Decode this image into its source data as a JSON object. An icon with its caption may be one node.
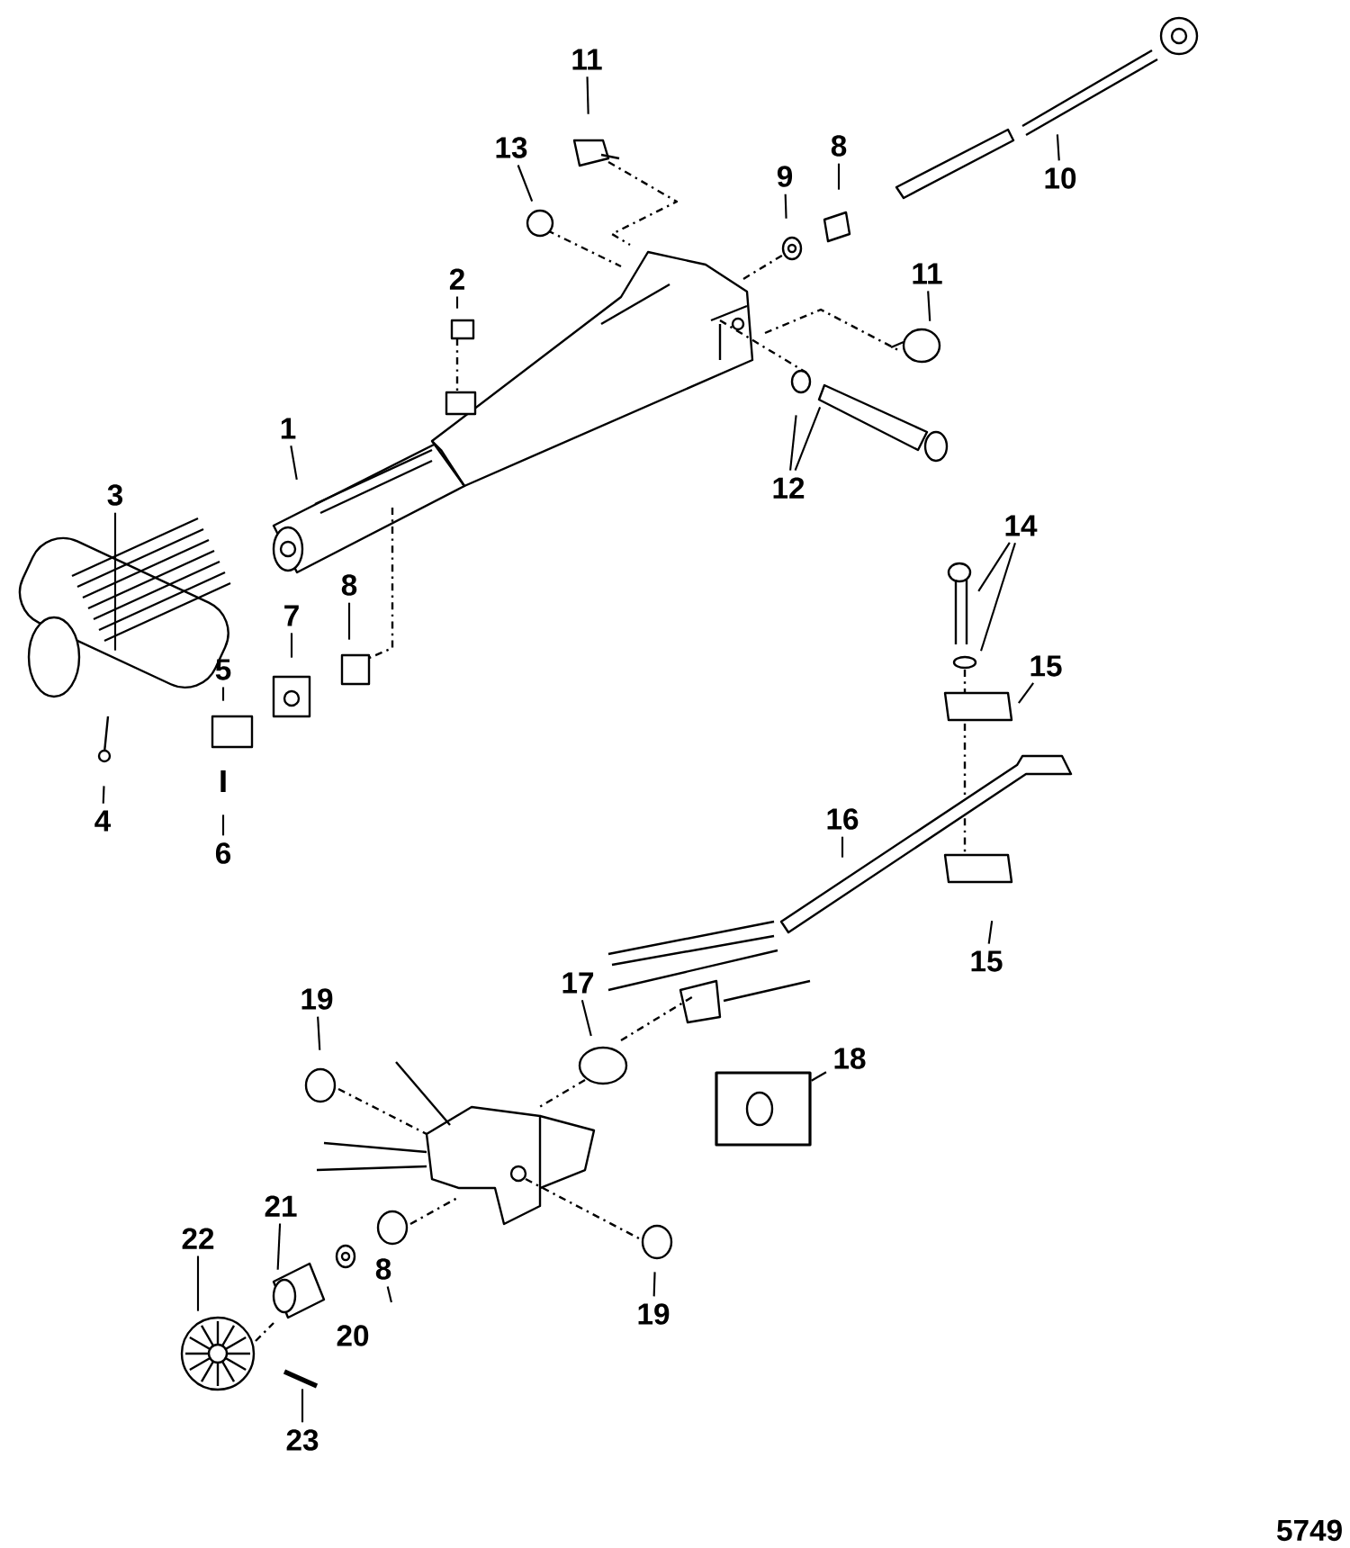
{
  "diagram": {
    "nodes": [
      {
        "text": [
          "11"
        ]
      },
      {
        "text": [
          "8"
        ]
      },
      {
        "text": [
          "13"
        ]
      },
      {
        "text": [
          "9"
        ]
      },
      {
        "text": [
          "10"
        ]
      },
      {
        "text": [
          "11"
        ]
      },
      {
        "text": [
          "2"
        ]
      },
      {
        "text": [
          "1"
        ]
      },
      {
        "text": [
          "12"
        ]
      },
      {
        "text": [
          "3"
        ]
      },
      {
        "text": [
          "14"
        ]
      },
      {
        "text": [
          "8"
        ]
      },
      {
        "text": [
          "7"
        ]
      },
      {
        "text": [
          "15"
        ]
      },
      {
        "text": [
          "5"
        ]
      },
      {
        "text": [
          "4"
        ]
      },
      {
        "text": [
          "16"
        ]
      },
      {
        "text": [
          "6"
        ]
      },
      {
        "text": [
          "15"
        ]
      },
      {
        "text": [
          "17"
        ]
      },
      {
        "text": [
          "19"
        ]
      },
      {
        "text": [
          "18"
        ]
      },
      {
        "text": [],
        "shape": "box"
      },
      {
        "text": [
          "21"
        ]
      },
      {
        "text": [
          "22"
        ]
      },
      {
        "text": [
          "8"
        ]
      },
      {
        "text": [
          "19"
        ]
      },
      {
        "text": [
          "20"
        ]
      },
      {
        "text": [
          "23"
        ]
      }
    ],
    "edges": [
      {
        "from": 0,
        "to": null,
        "arrow": "none"
      },
      {
        "from": 1,
        "to": null,
        "arrow": "none"
      },
      {
        "from": 2,
        "to": null,
        "arrow": "none"
      },
      {
        "from": 3,
        "to": null,
        "arrow": "none"
      },
      {
        "from": 4,
        "to": null,
        "arrow": "none"
      },
      {
        "from": 5,
        "to": null,
        "arrow": "none"
      },
      {
        "from": 6,
        "to": null,
        "arrow": "none"
      },
      {
        "from": 7,
        "to": null,
        "arrow": "none"
      },
      {
        "from": 8,
        "to": null,
        "arrow": "none"
      },
      {
        "from": 8,
        "to": null,
        "arrow": "none"
      },
      {
        "from": 9,
        "to": null,
        "arrow": "none"
      },
      {
        "from": 10,
        "to": null,
        "arrow": "none"
      },
      {
        "from": 10,
        "to": null,
        "arrow": "none"
      },
      {
        "from": 11,
        "to": null,
        "arrow": "none"
      },
      {
        "from": 12,
        "to": null,
        "arrow": "none"
      },
      {
        "from": 13,
        "to": null,
        "arrow": "none"
      },
      {
        "from": 14,
        "to": null,
        "arrow": "none"
      },
      {
        "from": 15,
        "to": null,
        "arrow": "none"
      },
      {
        "from": 16,
        "to": null,
        "arrow": "none"
      },
      {
        "from": 17,
        "to": null,
        "arrow": "none"
      },
      {
        "from": 18,
        "to": null,
        "arrow": "none"
      },
      {
        "from": 19,
        "to": null,
        "arrow": "none"
      },
      {
        "from": 20,
        "to": null,
        "arrow": "none"
      },
      {
        "from": 21,
        "to": 22,
        "arrow": "none"
      },
      {
        "from": 23,
        "to": null,
        "arrow": "none"
      },
      {
        "from": 24,
        "to": null,
        "arrow": "none"
      },
      {
        "from": 25,
        "to": null,
        "arrow": "none"
      },
      {
        "from": 26,
        "to": null,
        "arrow": "none"
      },
      {
        "from": 28,
        "to": null,
        "arrow": "none"
      }
    ],
    "labels": [
      "5749"
    ]
  }
}
